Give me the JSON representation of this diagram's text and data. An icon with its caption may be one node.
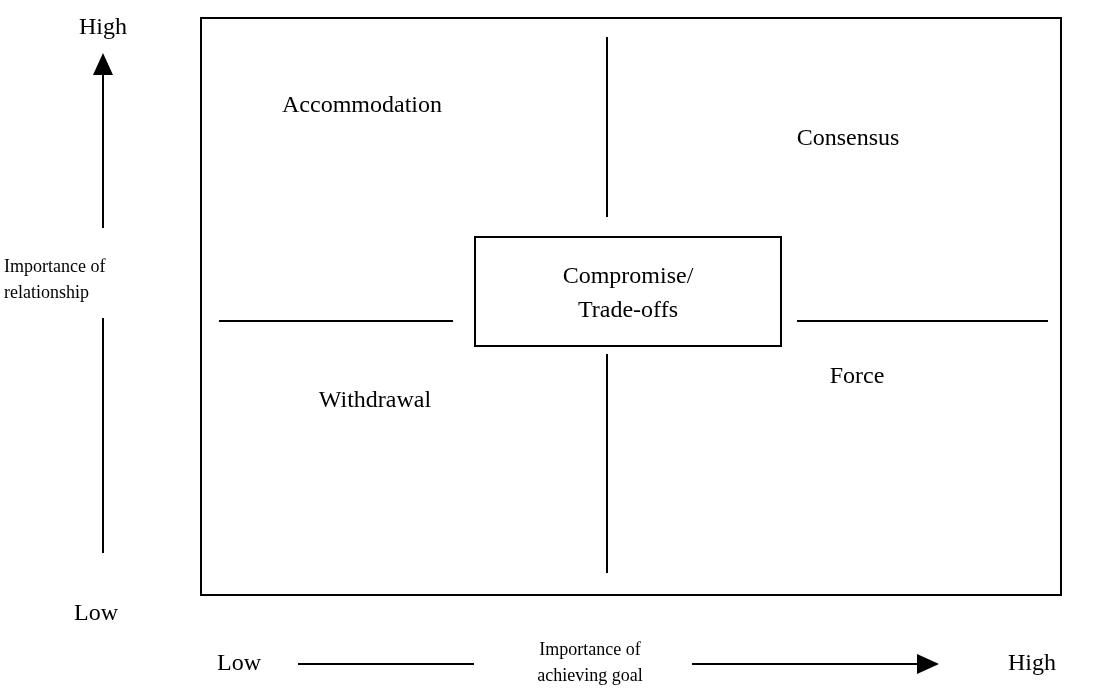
{
  "diagram": {
    "nodes": [
      {
        "text": [],
        "shape": "box"
      },
      {
        "text": [
          "Compromise/ Trade-offs"
        ],
        "in": 0
      }
    ],
    "labels": [
      "High",
      "Accommodation",
      "Consensus",
      "Importance of relationship",
      "Withdrawal",
      "Force",
      "Low",
      "Low",
      "Importance of achieving goal",
      "High"
    ]
  }
}
